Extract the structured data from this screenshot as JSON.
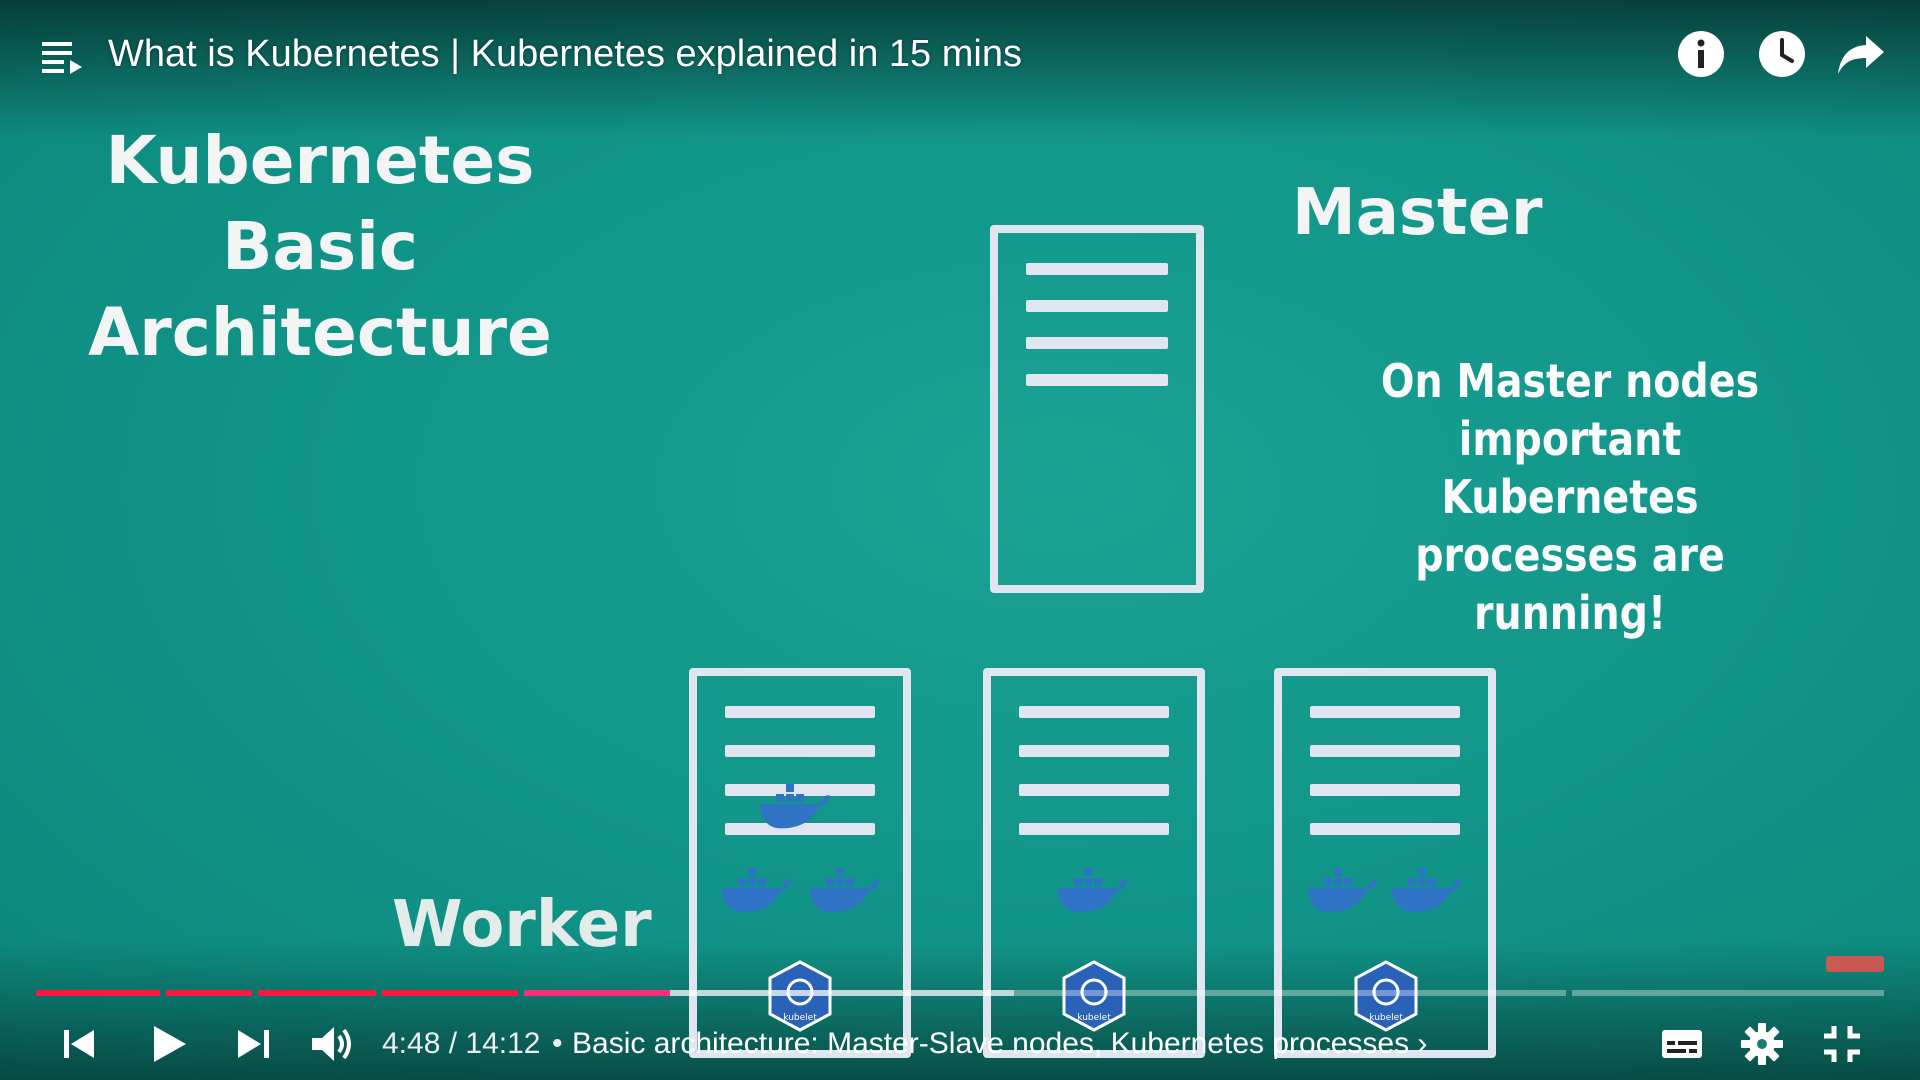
{
  "player": {
    "title": "What is Kubernetes | Kubernetes explained in 15 mins",
    "time_current": "4:48",
    "time_separator": "/",
    "time_total": "14:12",
    "chapter_separator": "•",
    "chapter": "Basic architecture: Master-Slave nodes, Kubernetes processes ›",
    "progress_fraction": 0.338,
    "buffered_fraction": 0.6,
    "accent_color": "#ff1744",
    "icons": {
      "playlist": "playlist-icon",
      "info": "info-icon",
      "watch_later": "clock-icon",
      "share": "share-icon",
      "previous": "skip-previous-icon",
      "play": "play-icon",
      "next": "skip-next-icon",
      "volume": "volume-icon",
      "subtitles": "subtitles-icon",
      "settings": "gear-icon",
      "exit_fullscreen": "exit-fullscreen-icon"
    }
  },
  "slide": {
    "title_line1": "Kubernetes",
    "title_line2": "Basic",
    "title_line3": "Architecture",
    "master_label": "Master",
    "note_line1": "On Master nodes",
    "note_line2": "important Kubernetes",
    "note_line3": "processes are running!",
    "worker_label": "Worker",
    "kubelet_label": "kubelet",
    "background_color": "#12968a"
  }
}
